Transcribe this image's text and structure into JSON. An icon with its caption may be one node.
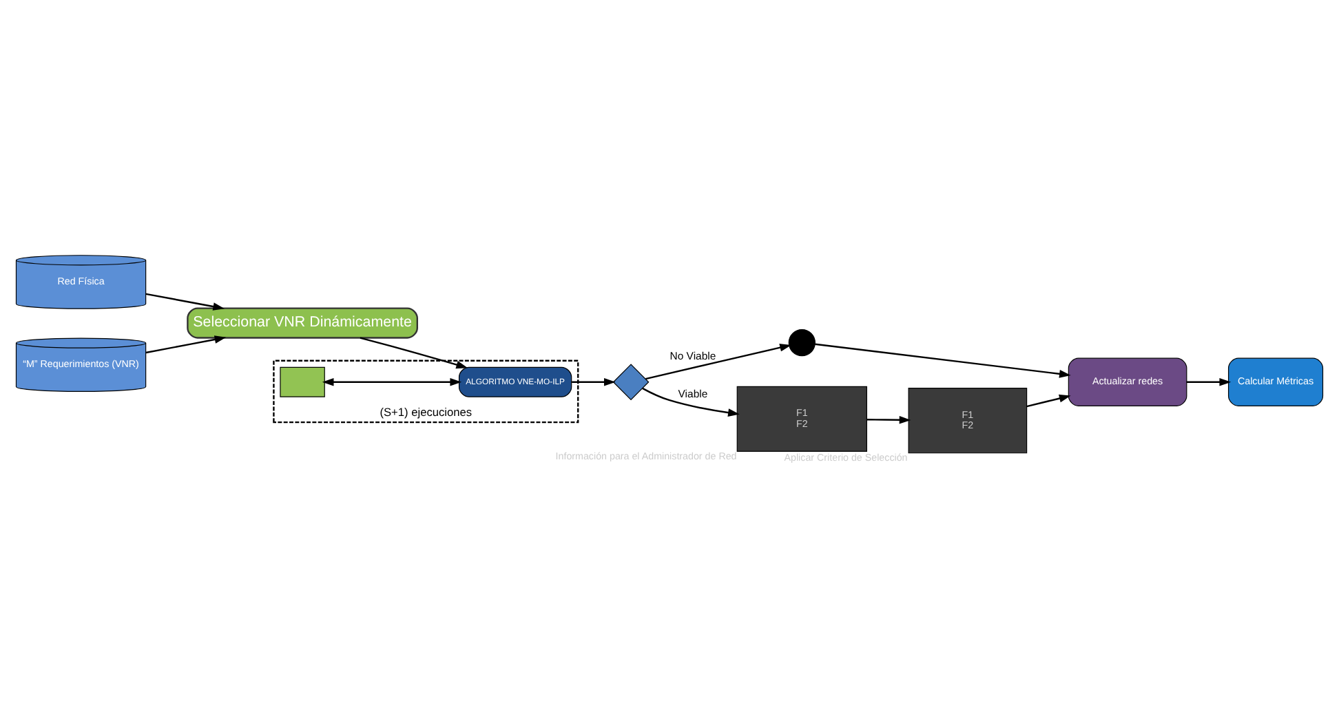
{
  "diagram": {
    "nodes": [
      {
        "text": [
          "Red Física"
        ]
      },
      {
        "text": [
          "“M” Requerimientos (VNR)"
        ]
      },
      {
        "text": [
          "Seleccionar VNR Dinámicamente"
        ]
      },
      {
        "text": [
          "(S+1) ejecuciones"
        ]
      },
      {
        "text": [],
        "shape": "box",
        "in": 3
      },
      {
        "text": [
          "ALGORITMO VNE-MO-ILP"
        ],
        "in": 3
      },
      {
        "text": [],
        "shape": "diamond"
      },
      {
        "text": [],
        "shape": "circle"
      },
      {
        "text": [
          "Actualizar redes"
        ]
      },
      {
        "text": [
          "Calcular Métricas"
        ]
      },
      {
        "text": [
          "F1",
          "F2"
        ],
        "beside": [
          "Información para el Administrador de Red"
        ]
      },
      {
        "text": [
          "F1",
          "F2"
        ],
        "beside": [
          "Aplicar Criterio de Selección"
        ]
      }
    ],
    "edges": [
      {
        "from": 0,
        "to": 2,
        "arrow": "to"
      },
      {
        "from": 1,
        "to": 2,
        "arrow": "to"
      },
      {
        "from": 2,
        "to": 5,
        "arrow": "to"
      },
      {
        "from": 4,
        "to": 5,
        "arrow": "both"
      },
      {
        "from": 5,
        "to": 6,
        "arrow": "to"
      },
      {
        "from": 6,
        "to": 7,
        "arrow": "to",
        "label": "No Viable"
      },
      {
        "from": 6,
        "to": 10,
        "arrow": "to",
        "label": "Viable"
      },
      {
        "from": 7,
        "to": 8,
        "arrow": "to"
      },
      {
        "from": 10,
        "to": 11,
        "arrow": "to"
      },
      {
        "from": 11,
        "to": 8,
        "arrow": "to"
      },
      {
        "from": 8,
        "to": 9,
        "arrow": "to"
      }
    ]
  }
}
